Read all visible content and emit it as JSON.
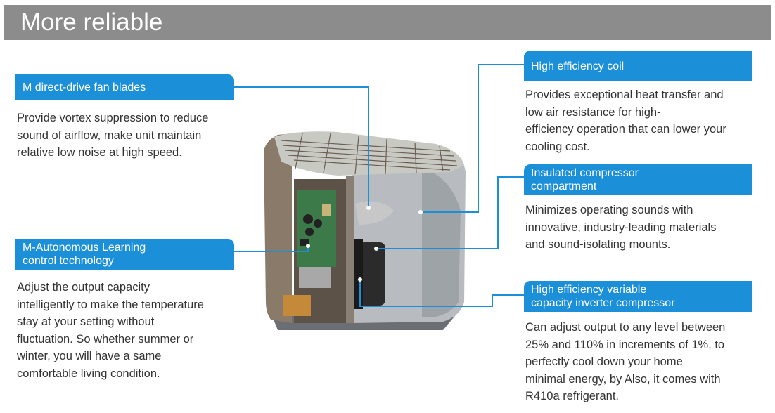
{
  "header": {
    "title": "More reliable"
  },
  "features": {
    "fan_blades": {
      "label": [
        "M direct-drive fan blades"
      ],
      "description": [
        "Provide vortex suppression to reduce",
        "sound of airflow, make unit maintain",
        "relative low noise at high speed."
      ]
    },
    "learning_control": {
      "label": [
        "M-Autonomous Learning",
        "control technology"
      ],
      "description": [
        "Adjust the output capacity",
        "intelligently to make the temperature",
        "stay at your setting without",
        "fluctuation. So whether summer or",
        "winter, you will have a same",
        "comfortable living condition."
      ]
    },
    "coil": {
      "label": [
        "High efficiency coil"
      ],
      "description": [
        "Provides exceptional heat transfer and",
        "low air resistance for high-",
        "efficiency operation that can lower your",
        "cooling cost."
      ]
    },
    "compartment": {
      "label": [
        "Insulated compressor",
        "compartment"
      ],
      "description": [
        "Minimizes operating sounds with",
        "innovative, industry-leading materials",
        "and sound-isolating mounts."
      ]
    },
    "compressor": {
      "label": [
        "High efficiency variable",
        "capacity inverter compressor"
      ],
      "description": [
        "Can adjust output to any level between",
        "25% and 110% in increments of 1%, to",
        "perfectly cool down your home",
        "minimal energy, by Also, it comes with",
        "R410a refrigerant."
      ]
    }
  },
  "colors": {
    "accent": "#1c8fd9",
    "title_bar": "#8c8c8c",
    "text": "#333333"
  }
}
